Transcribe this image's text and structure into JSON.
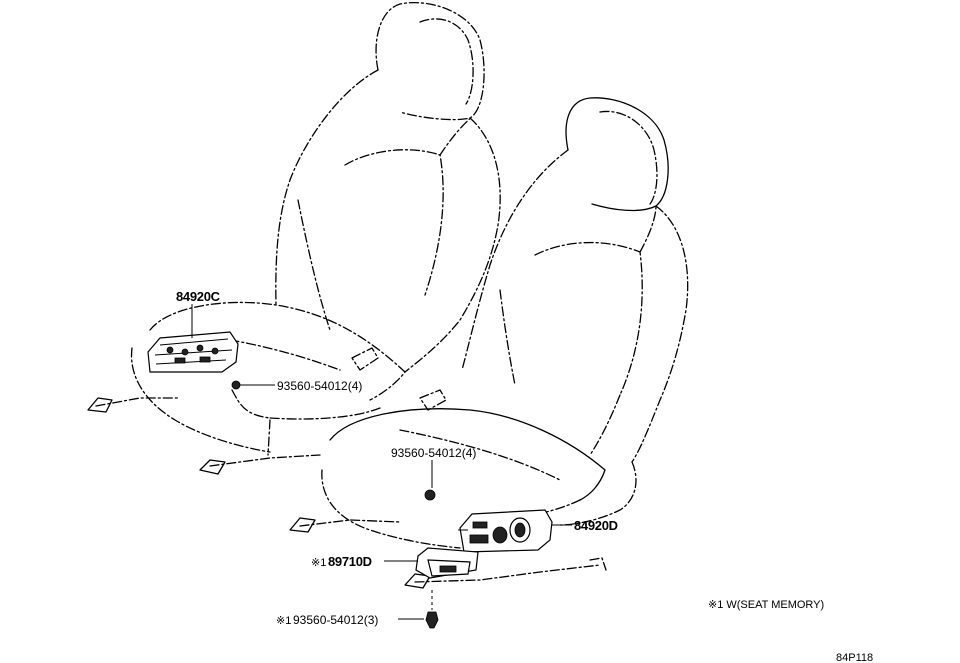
{
  "labels": {
    "part_84920c": "84920C",
    "bolt_left": "93560-54012(4)",
    "bolt_right": "93560-54012(4)",
    "part_84920d": "84920D",
    "part_89710d": "89710D",
    "part_89710d_mark": "※1",
    "bolt_bottom": "93560-54012(3)",
    "bolt_bottom_mark": "※1",
    "note": "※1 W(SEAT MEMORY)",
    "figure_code": "84P118"
  }
}
